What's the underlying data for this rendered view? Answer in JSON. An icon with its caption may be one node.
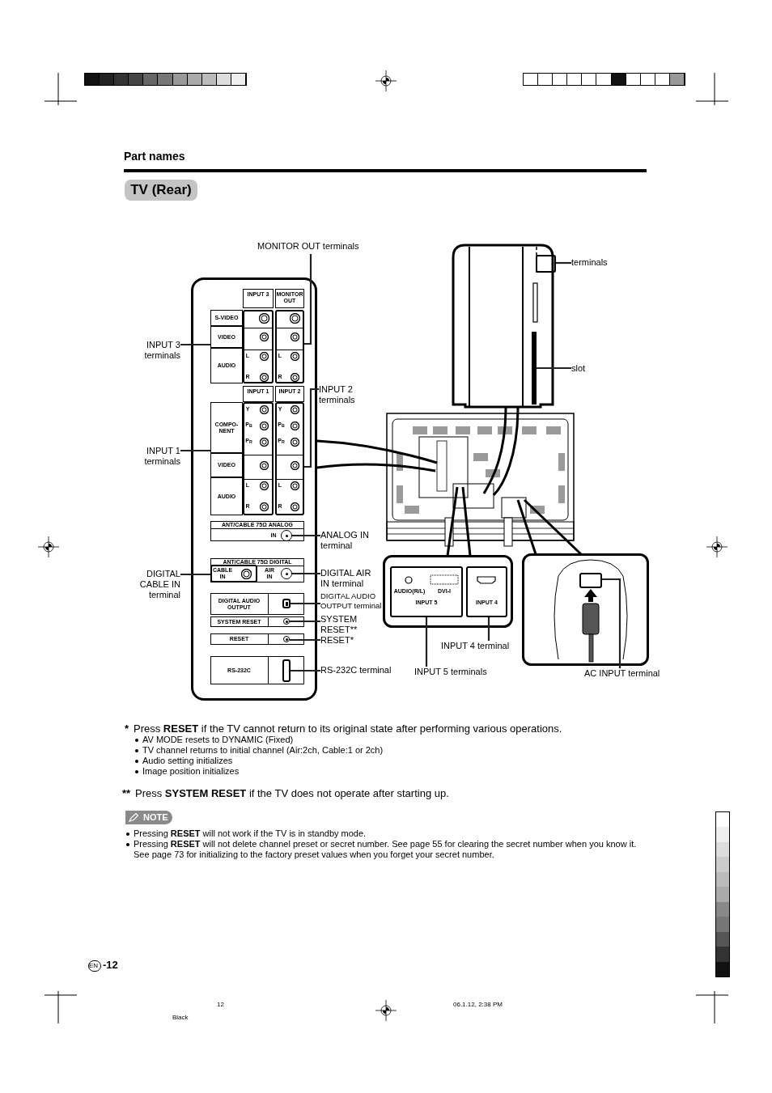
{
  "diagram": {
    "title": "TV (Rear)",
    "nodes": [
      {
        "text": [
          "MONITOR OUT terminals"
        ]
      },
      {
        "text": [
          "INPUT 3 terminals"
        ]
      },
      {
        "text": [
          "INPUT 2 terminals"
        ]
      },
      {
        "text": [
          "INPUT 1 terminals"
        ]
      },
      {
        "text": [
          "ANALOG IN terminal"
        ]
      },
      {
        "text": [
          "DIGITAL CABLE IN terminal"
        ]
      },
      {
        "text": [
          "DIGITAL AIR IN terminal"
        ]
      },
      {
        "text": [
          "DIGITAL AUDIO OUTPUT terminal"
        ]
      },
      {
        "text": [
          "SYSTEM RESET**"
        ]
      },
      {
        "text": [
          "RESET*"
        ]
      },
      {
        "text": [
          "RS-232C terminal"
        ]
      },
      {
        "text": [
          "terminals"
        ]
      },
      {
        "text": [
          "slot"
        ]
      },
      {
        "text": [
          "INPUT 4 terminal"
        ]
      },
      {
        "text": [
          "INPUT 5 terminals"
        ]
      },
      {
        "text": [
          "AC INPUT terminal"
        ]
      },
      {
        "text": [],
        "shape": "box"
      },
      {
        "text": [],
        "shape": "box"
      },
      {
        "text": [],
        "shape": "box"
      },
      {
        "text": [],
        "shape": "box"
      },
      {
        "text": [],
        "shape": "circle"
      },
      {
        "text": [],
        "shape": "box"
      },
      {
        "text": [],
        "shape": "circle"
      },
      {
        "text": [],
        "shape": "box"
      },
      {
        "text": [],
        "shape": "circle"
      },
      {
        "text": [],
        "shape": "circle"
      },
      {
        "text": [],
        "shape": "box"
      },
      {
        "text": [],
        "shape": "box"
      },
      {
        "text": [],
        "shape": "bar"
      },
      {
        "text": [],
        "shape": "box"
      },
      {
        "text": [],
        "shape": "box"
      },
      {
        "text": [],
        "shape": "box"
      },
      {
        "text": [
          "EN"
        ]
      }
    ],
    "edges": [
      {
        "from": 0,
        "to": 16,
        "arrow": "none"
      },
      {
        "from": 1,
        "to": 17,
        "arrow": "none"
      },
      {
        "from": 2,
        "to": 18,
        "arrow": "none"
      },
      {
        "from": 3,
        "to": 19,
        "arrow": "none"
      },
      {
        "from": 4,
        "to": 20,
        "arrow": "none"
      },
      {
        "from": 5,
        "to": 21,
        "arrow": "none"
      },
      {
        "from": 6,
        "to": 22,
        "arrow": "none"
      },
      {
        "from": 7,
        "to": 23,
        "arrow": "none"
      },
      {
        "from": 8,
        "to": 24,
        "arrow": "none"
      },
      {
        "from": 9,
        "to": 25,
        "arrow": "none"
      },
      {
        "from": 10,
        "to": 26,
        "arrow": "none"
      },
      {
        "from": 11,
        "to": 27,
        "arrow": "none"
      },
      {
        "from": 12,
        "to": 28,
        "arrow": "none"
      },
      {
        "from": 13,
        "to": 29,
        "arrow": "none"
      },
      {
        "from": 14,
        "to": 30,
        "arrow": "none"
      },
      {
        "from": 15,
        "to": 31,
        "arrow": "none"
      }
    ],
    "labels": [
      "Part names",
      "INPUT 3",
      "MONITOR OUT",
      "S-VIDEO",
      "VIDEO",
      "AUDIO",
      "L",
      "R",
      "L",
      "R",
      "INPUT 1",
      "INPUT 2",
      "Y",
      "P$_{B}$",
      "P$_{R}$",
      "Y",
      "P$_{B}$",
      "P$_{R}$",
      "COMPO-NENT",
      "VIDEO",
      "AUDIO",
      "L",
      "R",
      "L",
      "R",
      "ANT/CABLE 75Ω ANALOG",
      "IN",
      "ANT/CABLE 75Ω DIGITAL",
      "CABLE IN",
      "AIR IN",
      "DIGITAL AUDIO OUTPUT",
      "SYSTEM RESET",
      "RESET",
      "RS-232C",
      "AUDIO(R/L)",
      "DVI-I",
      "INPUT 5",
      "INPUT 4",
      "*",
      "Press **RESET** if the TV cannot return to its original state after performing various operations.",
      "AV MODE resets to DYNAMIC (Fixed)",
      "TV channel returns to initial channel (Air:2ch, Cable:1 or 2ch)",
      "Audio setting initializes",
      "Image position initializes",
      "**",
      "Press **SYSTEM RESET** if the TV does not operate after starting up.",
      "NOTE",
      "Pressing **RESET** will not work if the TV is in standby mode.",
      "Pressing **RESET** will not delete channel preset or secret number. See page 55 for clearing the secret number when you know it. See page 73 for initializing to the factory preset values when you forget your secret number.",
      "-12",
      "12",
      "Black",
      "06.1.12, 2:38 PM"
    ]
  }
}
